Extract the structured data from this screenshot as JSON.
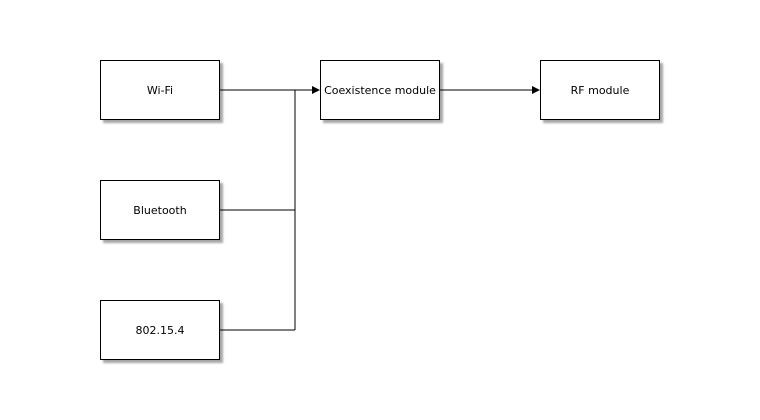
{
  "diagram": {
    "nodes": {
      "wifi": "Wi-Fi",
      "bluetooth": "Bluetooth",
      "ieee802154": "802.15.4",
      "coexistence": "Coexistence module",
      "rf": "RF module"
    },
    "edges": [
      {
        "from": "wifi",
        "to": "coexistence"
      },
      {
        "from": "bluetooth",
        "to": "coexistence"
      },
      {
        "from": "ieee802154",
        "to": "coexistence"
      },
      {
        "from": "coexistence",
        "to": "rf"
      }
    ],
    "colors": {
      "stroke": "#000000",
      "fill": "#ffffff"
    }
  }
}
